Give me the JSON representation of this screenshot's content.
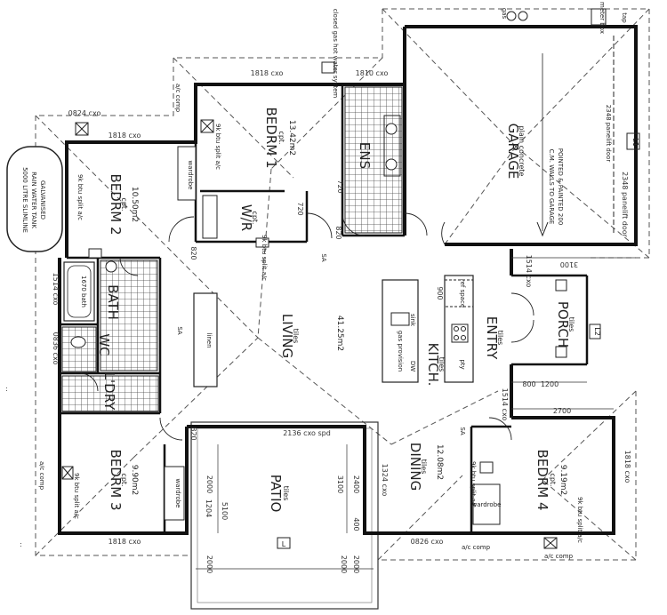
{
  "rooms": {
    "garage": {
      "name": "GARAGE",
      "finish": "plain concrete",
      "note1": "POINTED & PAINTED 200",
      "note2": "C.M. WALLS TO GARAGE",
      "door": "2348 panelift door"
    },
    "bedrm1": {
      "name": "BEDRM 1",
      "finish": "cpt.",
      "area": "13.42m2"
    },
    "ens": {
      "name": "ENS"
    },
    "wir": {
      "name": "W/R",
      "finish": "cpt."
    },
    "bedrm2": {
      "name": "BEDRM 2",
      "finish": "cpt.",
      "area": "10.50m2"
    },
    "bath": {
      "name": "BATH"
    },
    "wc": {
      "name": "WC"
    },
    "lory": {
      "name": "L'DRY"
    },
    "living": {
      "name": "LIVING",
      "finish": "tiles",
      "area": "41.25m2"
    },
    "kitch": {
      "name": "KITCH.",
      "finish": "tiles"
    },
    "entry": {
      "name": "ENTRY",
      "finish": "tiles"
    },
    "porch": {
      "name": "PORCH",
      "finish": "tiles"
    },
    "bedrm3": {
      "name": "BEDRM 3",
      "finish": "cpt.",
      "area": "9.90m2"
    },
    "patio": {
      "name": "PATIO",
      "finish": "tiles"
    },
    "dining": {
      "name": "DINING",
      "finish": "tiles",
      "area": "12.08m2"
    },
    "bedrm4": {
      "name": "BEDRM 4",
      "finish": "cpt.",
      "area": "9.19m2"
    }
  },
  "tank": {
    "line1": "5000 LITRE SLIMLINE",
    "line2": "RAIN WATER TANK",
    "line3": "GALVANISED"
  },
  "labels": {
    "gas_hws": "closed gas hot water system",
    "wardrobe": "wardrobe",
    "linen": "linen",
    "bath_size": "1670 bath",
    "smoke_alarm": "SA",
    "sink": "sink",
    "gas_provision": "gas provision",
    "fridge_space": "ref space",
    "pantry": "pty",
    "dw": "DW",
    "meter_box": "meter box",
    "tap": "tap",
    "gas": "gas",
    "split_ac": "9k btu split a/c",
    "ac_comp": "a/c comp",
    "l1": "L1",
    "l2": "L2",
    "l_patio": "L"
  },
  "dims": {
    "d1818_top": "1818 cxo",
    "d1810": "1810 cxo",
    "d1818_left": "1818 cxo",
    "d1514_left": "1514 cxo",
    "d0836": "0836 cxo",
    "d720a": "720",
    "d820a": "820",
    "d720b": "720",
    "d820b": "820",
    "d820c": "820",
    "d900": "900",
    "d3100_top": "3100",
    "d1514_entry": "1514 cxo",
    "d1200": "1200",
    "d800": "800",
    "d2700": "2700",
    "d1514_din": "1514 cxo",
    "d2136": "2136 cxo spd",
    "d2000a": "2000",
    "d5100": "5100",
    "d3100_patio": "3100",
    "d2400": "2400",
    "d1324": "1324 cxo",
    "d1818_right": "1818 cxo",
    "d2000b": "2000",
    "d2000c": "2000",
    "d2000d": "2000",
    "d400": "400",
    "d0826": "0826 cxo",
    "d1818_b3": "1818 cxo",
    "d0824": "0824 cxo",
    "d2348": "2348 panelift door",
    "d1204": "1204"
  }
}
